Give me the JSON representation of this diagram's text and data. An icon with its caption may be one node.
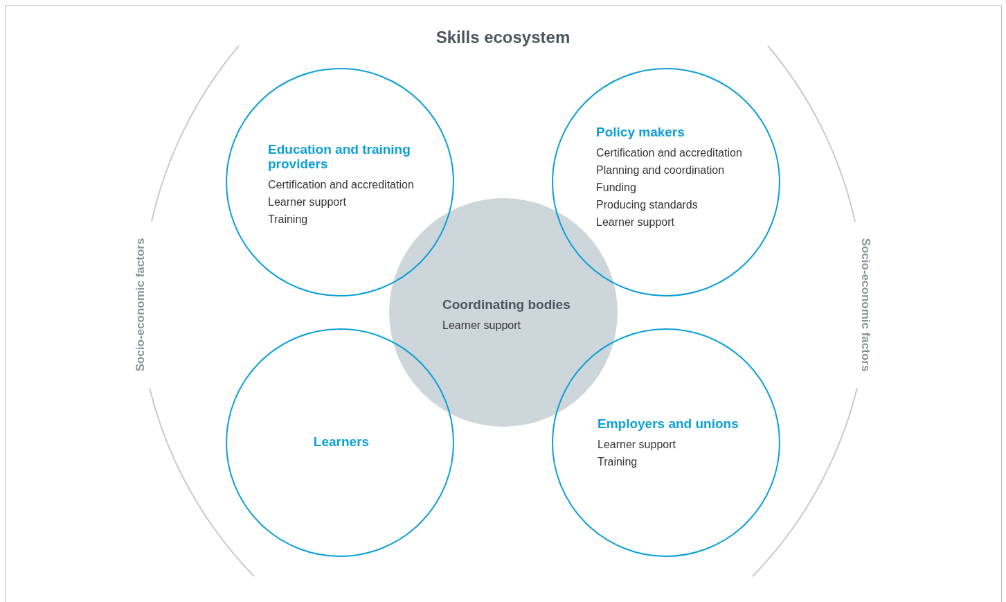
{
  "diagram": {
    "title": "Skills ecosystem",
    "nodes": [
      {
        "text": [
          "Education and training providers",
          "Certification and accreditation",
          "Learner support",
          "Training"
        ]
      },
      {
        "text": [
          "Policy makers",
          "Certification and accreditation",
          "Planning and coordination",
          "Funding",
          "Producing standards",
          "Learner support"
        ]
      },
      {
        "text": [
          "Coordinating bodies",
          "Learner support"
        ]
      },
      {
        "text": [
          "Learners"
        ]
      },
      {
        "text": [
          "Employers and unions",
          "Learner support",
          "Training"
        ]
      }
    ],
    "labels": [
      "Socio-economic factors",
      "Socio-economic factors"
    ]
  }
}
